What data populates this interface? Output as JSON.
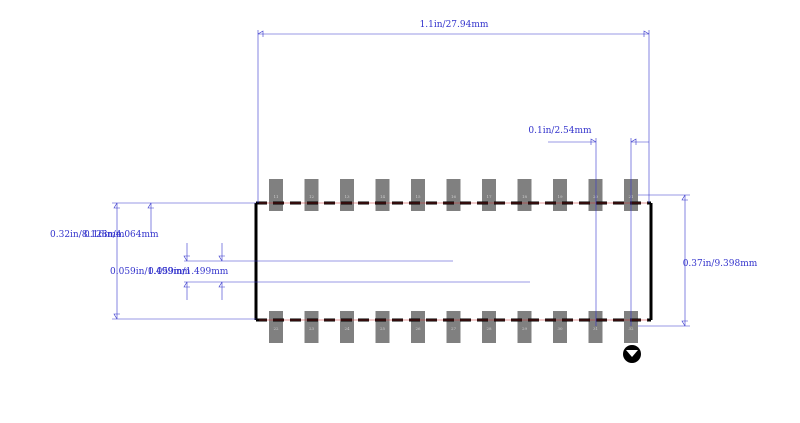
{
  "colors": {
    "dimension": "#3333cc",
    "pad": "#808080",
    "body_outline": "#000000",
    "accent": "#cc3333",
    "pin_label": "#cfcfcf",
    "pin1_marker": "#000000"
  },
  "dimensions": {
    "total_width": "1.1in/27.94mm",
    "pitch": "0.1in/2.54mm",
    "span_height": "0.37in/9.398mm",
    "body_width": "0.32in/8.128mm",
    "inner_span": "0.16in/4.064mm",
    "pad_length_a": "0.059in/1.499mm",
    "pad_length_b": "0.059in/1.499mm"
  },
  "pins": {
    "top_labels": [
      "11",
      "12",
      "13",
      "14",
      "15",
      "16",
      "17",
      "18",
      "19",
      "20",
      "21"
    ],
    "bottom_labels": [
      "22",
      "23",
      "24",
      "25",
      "26",
      "27",
      "28",
      "29",
      "30",
      "31",
      "32"
    ]
  },
  "icons": {
    "pin1": "pin1-marker-icon"
  }
}
